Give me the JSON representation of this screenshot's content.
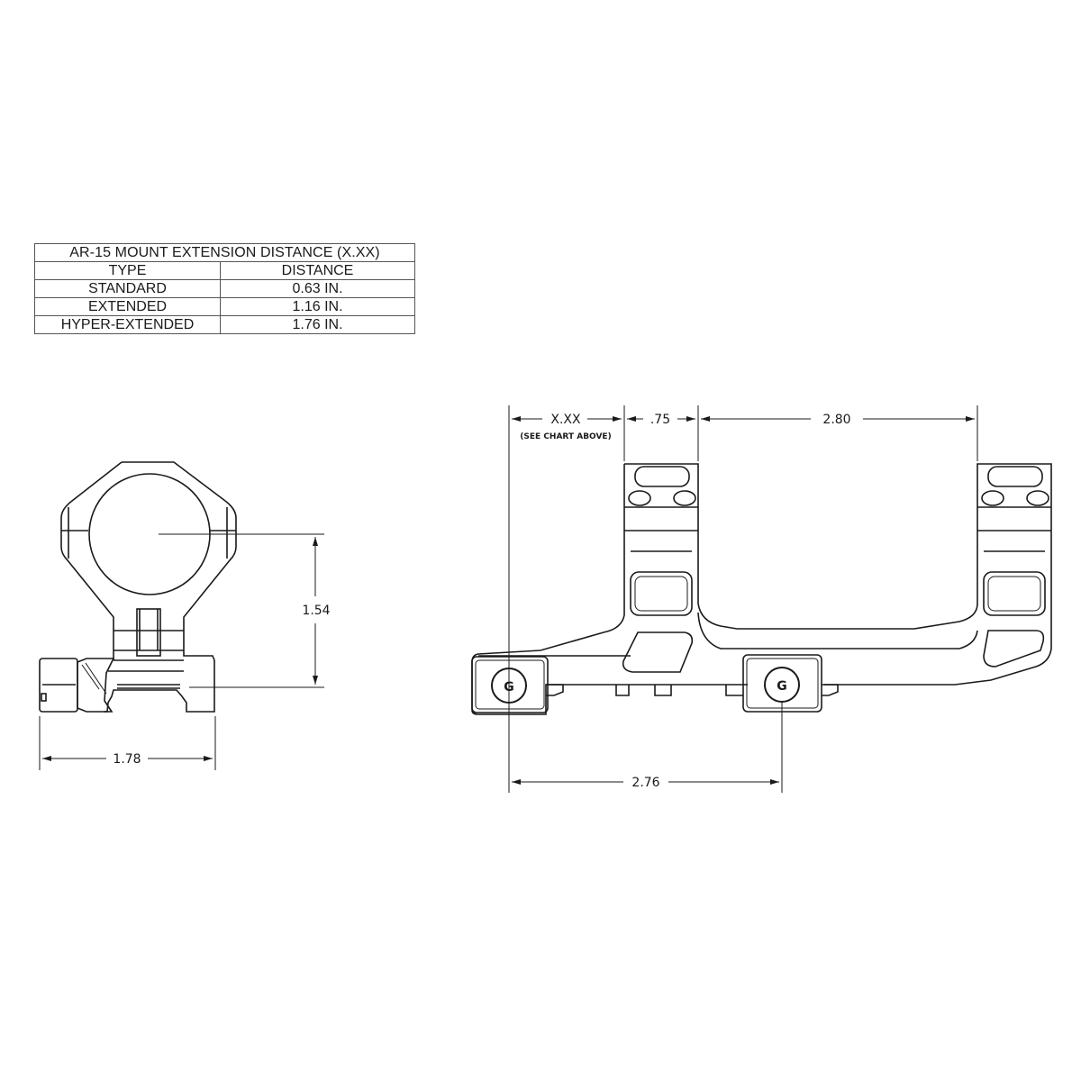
{
  "extension_table": {
    "title": "AR-15 MOUNT EXTENSION DISTANCE  (X.XX)",
    "headers": [
      "TYPE",
      "DISTANCE"
    ],
    "rows": [
      {
        "type": "STANDARD",
        "distance": "0.63 IN."
      },
      {
        "type": "EXTENDED",
        "distance": "1.16 IN."
      },
      {
        "type": "HYPER-EXTENDED",
        "distance": "1.76 IN."
      }
    ]
  },
  "front_view": {
    "height_dimension": "1.54",
    "width_dimension": "1.78"
  },
  "side_view": {
    "extension_dimension": "X.XX",
    "extension_note": "(SEE CHART ABOVE)",
    "ring_width_dimension": ".75",
    "ring_spacing_dimension": "2.80",
    "clamp_spacing_dimension": "2.76",
    "clamp_logo_front": "G",
    "clamp_logo_rear": "G"
  },
  "colors": {
    "line": "#1a1a1a",
    "background": "#ffffff",
    "table_border": "#555555"
  }
}
